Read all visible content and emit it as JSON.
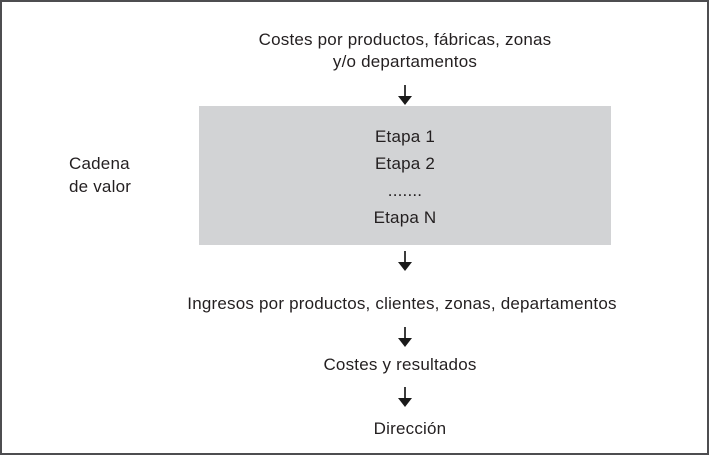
{
  "diagram": {
    "top_label": {
      "line1": "Costes por productos, fábricas, zonas",
      "line2": "y/o departamentos"
    },
    "side_label": {
      "line1": "Cadena",
      "line2": "de valor"
    },
    "value_chain_box": {
      "items": [
        "Etapa 1",
        "Etapa 2",
        ".......",
        "Etapa N"
      ]
    },
    "flow_labels": {
      "ingresos": "Ingresos por productos, clientes, zonas, departamentos",
      "costes_resultados": "Costes y resultados",
      "direccion": "Dirección"
    },
    "colors": {
      "box_fill": "#d2d3d5",
      "text": "#231f20",
      "frame_border": "#4d4d50",
      "arrow": "#1a1a1a"
    }
  }
}
